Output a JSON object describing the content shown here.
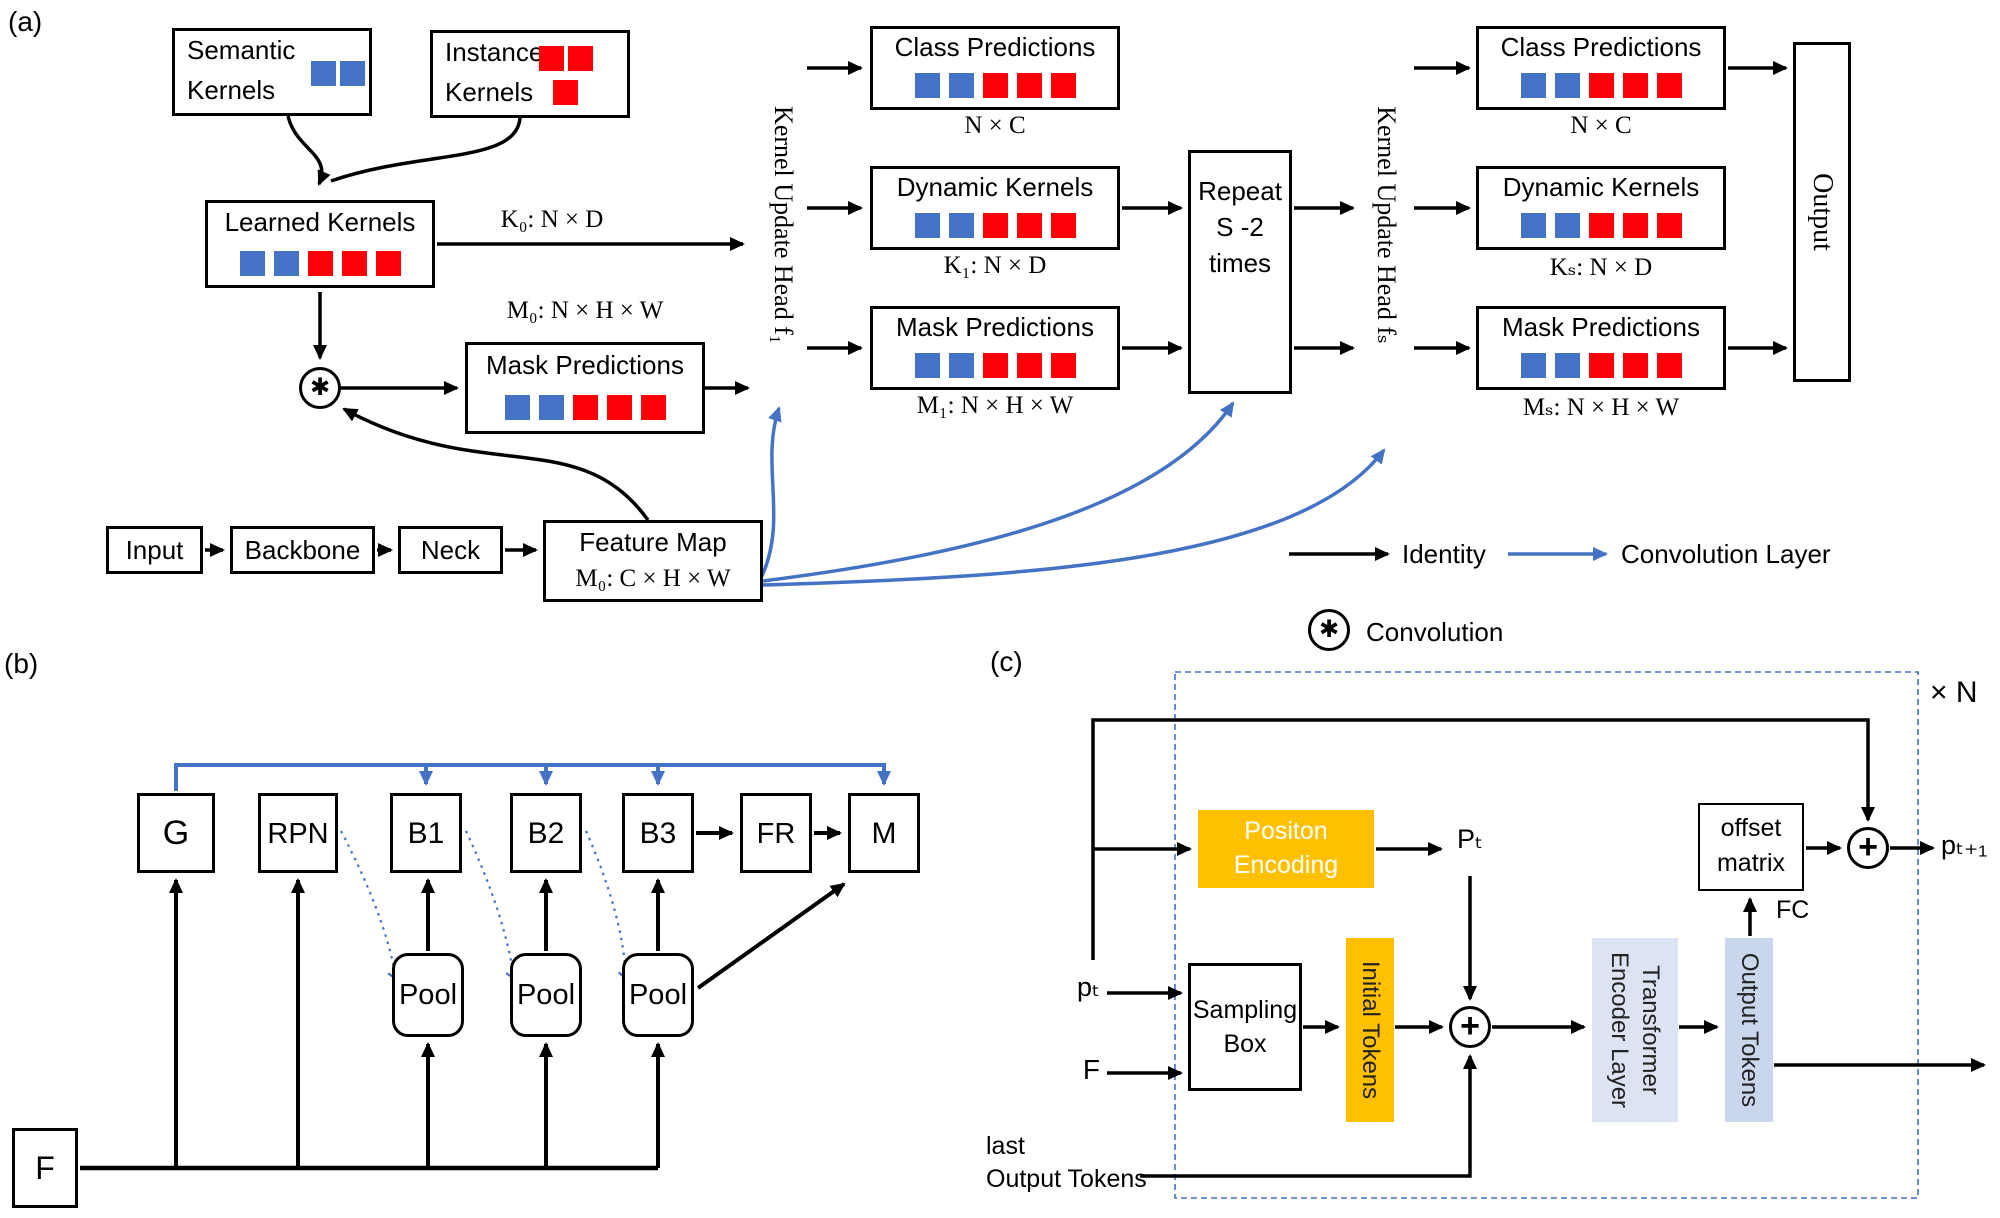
{
  "colors": {
    "blue": "#4472C4",
    "red": "#FB0006",
    "orange": "#FFC000",
    "lavender": "#DCE3F2",
    "lavender2": "#C9D6EC",
    "black": "#000000"
  },
  "symbols": {
    "asterisk": "✱",
    "plus": "+"
  },
  "panel_a": {
    "label": "(a)",
    "semantic_kernels": {
      "line1": "Semantic",
      "line2": "Kernels",
      "squares": [
        "blue",
        "blue"
      ]
    },
    "instance_kernels": {
      "line1": "Instance",
      "line2": "Kernels",
      "squares_row1": [
        "red",
        "red"
      ],
      "squares_row2": [
        "red"
      ]
    },
    "learned_kernels": {
      "title": "Learned Kernels",
      "squares": [
        "blue",
        "blue",
        "red",
        "red",
        "red"
      ],
      "dim": "K₀: N × D"
    },
    "mask_predictions_0": {
      "title": "Mask Predictions",
      "squares": [
        "blue",
        "blue",
        "red",
        "red",
        "red"
      ],
      "dim": "M₀: N × H × W"
    },
    "head_1": "Kernel Update Head f₁",
    "stage_1": {
      "class_predictions": {
        "title": "Class Predictions",
        "squares": [
          "blue",
          "blue",
          "red",
          "red",
          "red"
        ],
        "dim": "N × C"
      },
      "dynamic_kernels": {
        "title": "Dynamic Kernels",
        "squares": [
          "blue",
          "blue",
          "red",
          "red",
          "red"
        ],
        "dim": "K₁: N × D"
      },
      "mask_predictions": {
        "title": "Mask Predictions",
        "squares": [
          "blue",
          "blue",
          "red",
          "red",
          "red"
        ],
        "dim": "M₁: N × H × W"
      }
    },
    "repeat_box": {
      "line1": "Repeat",
      "line2": "S -2",
      "line3": "times"
    },
    "head_s": "Kernel Update Head fₛ",
    "stage_s": {
      "class_predictions": {
        "title": "Class Predictions",
        "squares": [
          "blue",
          "blue",
          "red",
          "red",
          "red"
        ],
        "dim": "N × C"
      },
      "dynamic_kernels": {
        "title": "Dynamic Kernels",
        "squares": [
          "blue",
          "blue",
          "red",
          "red",
          "red"
        ],
        "dim": "Kₛ: N × D"
      },
      "mask_predictions": {
        "title": "Mask Predictions",
        "squares": [
          "blue",
          "blue",
          "red",
          "red",
          "red"
        ],
        "dim": "Mₛ: N × H × W"
      }
    },
    "output_box": "Output",
    "pipeline": {
      "input": "Input",
      "backbone": "Backbone",
      "neck": "Neck",
      "feature_map_line1": "Feature Map",
      "feature_map_line2": "M₀: C × H × W"
    },
    "legend": {
      "identity": "Identity",
      "convolution_layer": "Convolution Layer",
      "convolution": "Convolution"
    }
  },
  "panel_b": {
    "label": "(b)",
    "boxes": [
      "G",
      "RPN",
      "B1",
      "B2",
      "B3",
      "FR",
      "M"
    ],
    "pools": [
      "Pool",
      "Pool",
      "Pool"
    ],
    "feature": "F"
  },
  "panel_c": {
    "label": "(c)",
    "repeat_note": "× N",
    "position_encoding": {
      "line1": "Positon",
      "line2": "Encoding"
    },
    "sampling_box": {
      "line1": "Sampling",
      "line2": "Box"
    },
    "initial_tokens": "Initial Tokens",
    "transformer": {
      "line1": "Transformer",
      "line2": "Encoder Layer"
    },
    "output_tokens": "Output Tokens",
    "offset_matrix": {
      "line1": "offset",
      "line2": "matrix"
    },
    "fc": "FC",
    "inputs": {
      "p_t": "pₜ",
      "F": "F",
      "last_line1": "last",
      "last_line2": "Output Tokens"
    },
    "P_t": "Pₜ",
    "p_t_plus_1": "pₜ₊₁"
  }
}
